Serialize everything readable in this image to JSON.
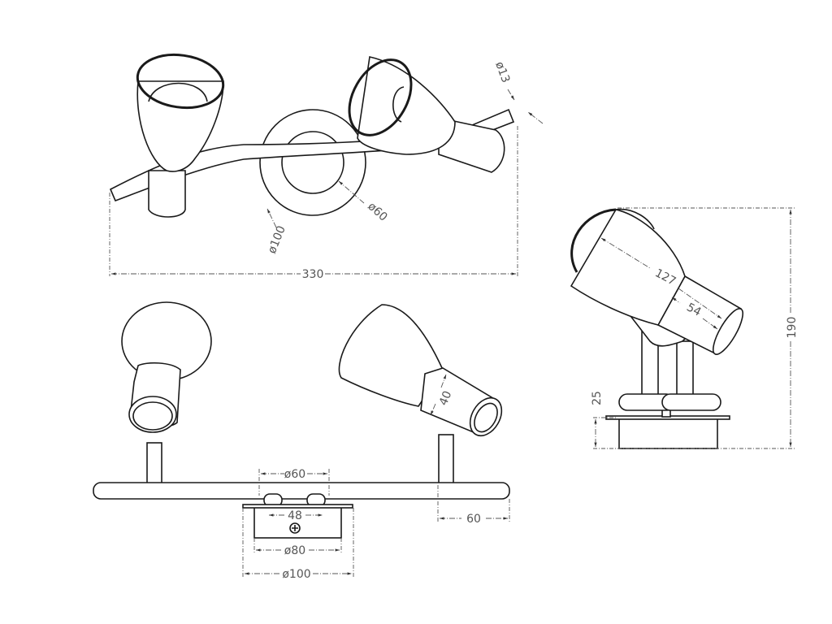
{
  "top_view": {
    "dims": {
      "rod_diameter": "ø13",
      "inner_diameter": "ø60",
      "outer_diameter": "ø100",
      "total_length": "330"
    }
  },
  "side_view": {
    "dims": {
      "shade_length": "127",
      "holder_length": "54",
      "total_height": "190",
      "base_height": "25"
    }
  },
  "front_view": {
    "dims": {
      "holder_diameter": "40",
      "mount_diameter": "ø60",
      "screw_spacing": "48",
      "overhang": "60",
      "base_inner_diameter": "ø80",
      "base_outer_diameter": "ø100"
    }
  }
}
